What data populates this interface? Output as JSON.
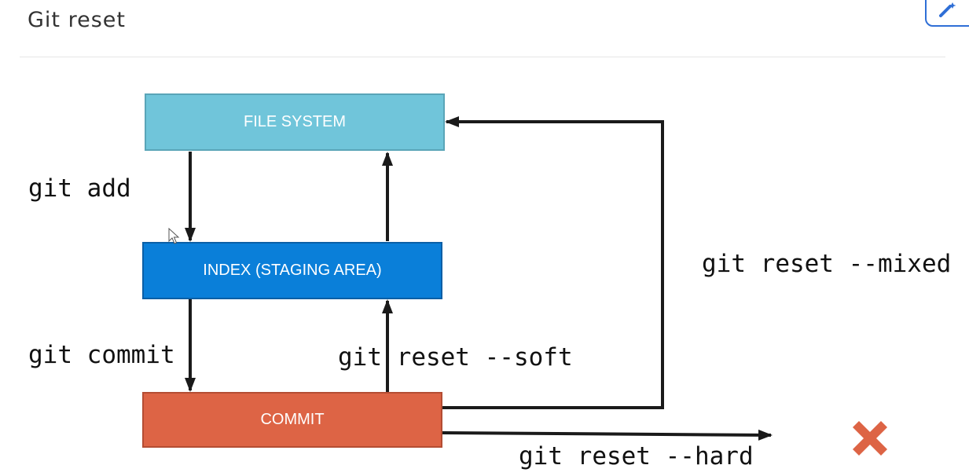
{
  "header": {
    "title": "Git reset"
  },
  "diagram": {
    "nodes": {
      "file_system": "FILE SYSTEM",
      "index": "INDEX (STAGING AREA)",
      "commit": "COMMIT"
    },
    "edges": {
      "add": "git add",
      "commit": "git commit",
      "soft": "git reset --soft",
      "mixed": "git reset --mixed",
      "hard": "git reset --hard"
    },
    "colors": {
      "file_system": "#70c5da",
      "index": "#0a7fd9",
      "commit": "#dd6445",
      "arrow": "#1a1a1a",
      "cross": "#dd6445"
    },
    "icons": {
      "hard_status": "cross-icon",
      "corner": "magic-wand-icon"
    }
  }
}
